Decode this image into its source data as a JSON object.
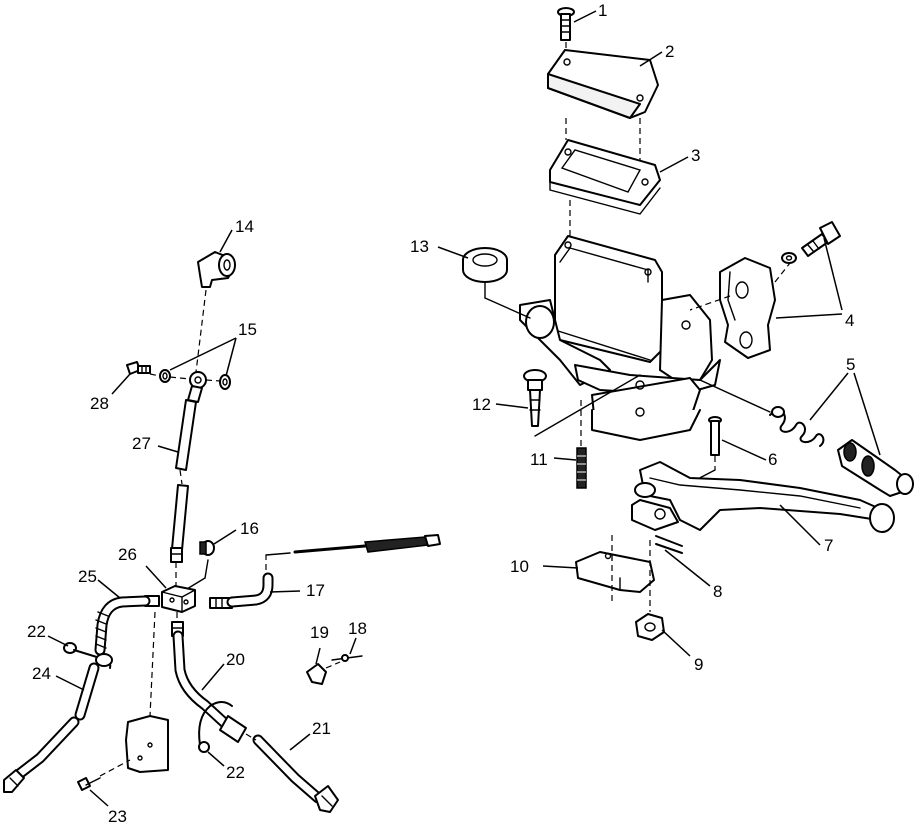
{
  "callouts": [
    {
      "id": "1",
      "text": "1"
    },
    {
      "id": "2",
      "text": "2"
    },
    {
      "id": "3",
      "text": "3"
    },
    {
      "id": "4",
      "text": "4"
    },
    {
      "id": "5",
      "text": "5"
    },
    {
      "id": "6",
      "text": "6"
    },
    {
      "id": "7",
      "text": "7"
    },
    {
      "id": "8",
      "text": "8"
    },
    {
      "id": "9",
      "text": "9"
    },
    {
      "id": "10",
      "text": "10"
    },
    {
      "id": "11",
      "text": "11"
    },
    {
      "id": "12",
      "text": "12"
    },
    {
      "id": "13",
      "text": "13"
    },
    {
      "id": "14",
      "text": "14"
    },
    {
      "id": "15",
      "text": "15"
    },
    {
      "id": "16",
      "text": "16"
    },
    {
      "id": "17",
      "text": "17"
    },
    {
      "id": "18",
      "text": "18"
    },
    {
      "id": "19",
      "text": "19"
    },
    {
      "id": "20",
      "text": "20"
    },
    {
      "id": "21",
      "text": "21"
    },
    {
      "id": "22a",
      "text": "22"
    },
    {
      "id": "22b",
      "text": "22"
    },
    {
      "id": "23",
      "text": "23"
    },
    {
      "id": "24",
      "text": "24"
    },
    {
      "id": "25",
      "text": "25"
    },
    {
      "id": "26",
      "text": "26"
    },
    {
      "id": "27",
      "text": "27"
    },
    {
      "id": "28",
      "text": "28"
    }
  ]
}
